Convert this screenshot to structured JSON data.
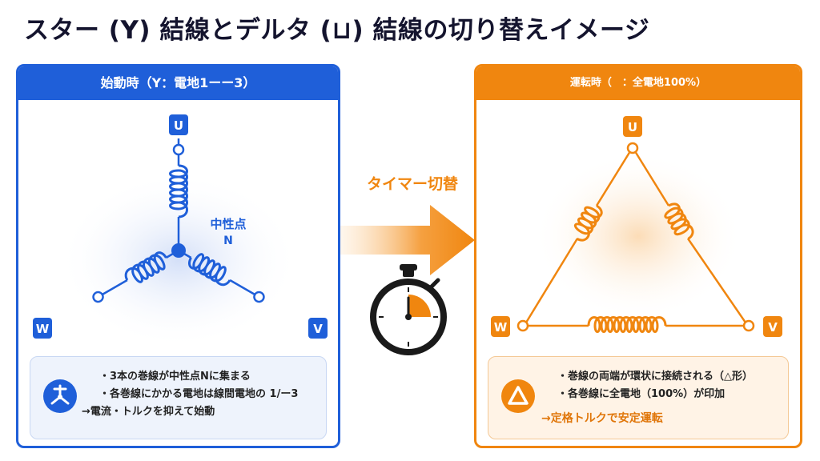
{
  "title": "スター (Y) 結線とデルタ (⊔) 結線の切り替えイメージ",
  "left_panel": {
    "header": "始動時（Y：電地1ーー3）",
    "terminals": {
      "top": "U",
      "left": "W",
      "right": "V"
    },
    "neutral_label": "中性点",
    "neutral_symbol": "N",
    "info_lines": [
      "・3本の巻線が中性点Nに集まる",
      "・各巻線にかかる電地は線間電地の 1/ー3"
    ],
    "conclusion": "→電流・トルクを抑えて始動",
    "icon": "star-connection-icon",
    "accent_color": "#1f5fd9"
  },
  "middle": {
    "label": "タイマー切替",
    "arrow_icon": "right-arrow-icon",
    "timer_icon": "stopwatch-icon"
  },
  "right_panel": {
    "header": "運転時（　：全電地100%）",
    "terminals": {
      "top": "U",
      "left": "W",
      "right": "V"
    },
    "info_lines": [
      "・巻線の両端が環状に接続される（△形）",
      "・各巻線に全電地（100%）が印加"
    ],
    "conclusion": "→定格トルクで安定運転",
    "icon": "delta-triangle-icon",
    "accent_color": "#f0860f"
  }
}
